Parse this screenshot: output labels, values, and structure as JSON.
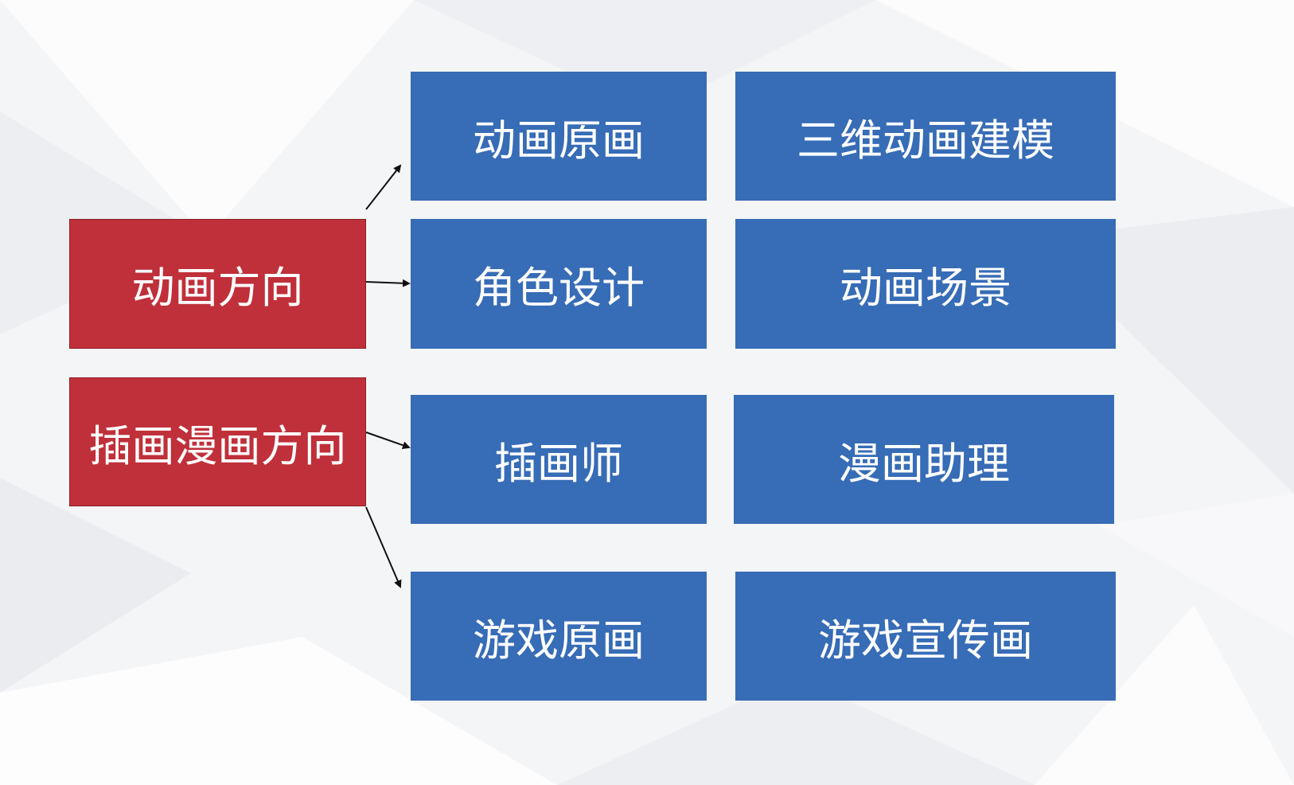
{
  "colors": {
    "category_fill": "#c0303a",
    "role_fill": "#376cb6",
    "text": "#ffffff",
    "arrow": "#111111"
  },
  "categories": {
    "animation": "动画方向",
    "illustration": "插画漫画方向"
  },
  "roles": {
    "key_animation": "动画原画",
    "3d_modeling": "三维动画建模",
    "character_design": "角色设计",
    "animation_scene": "动画场景",
    "illustrator": "插画师",
    "manga_assistant": "漫画助理",
    "game_concept_art": "游戏原画",
    "game_promo_art": "游戏宣传画"
  }
}
